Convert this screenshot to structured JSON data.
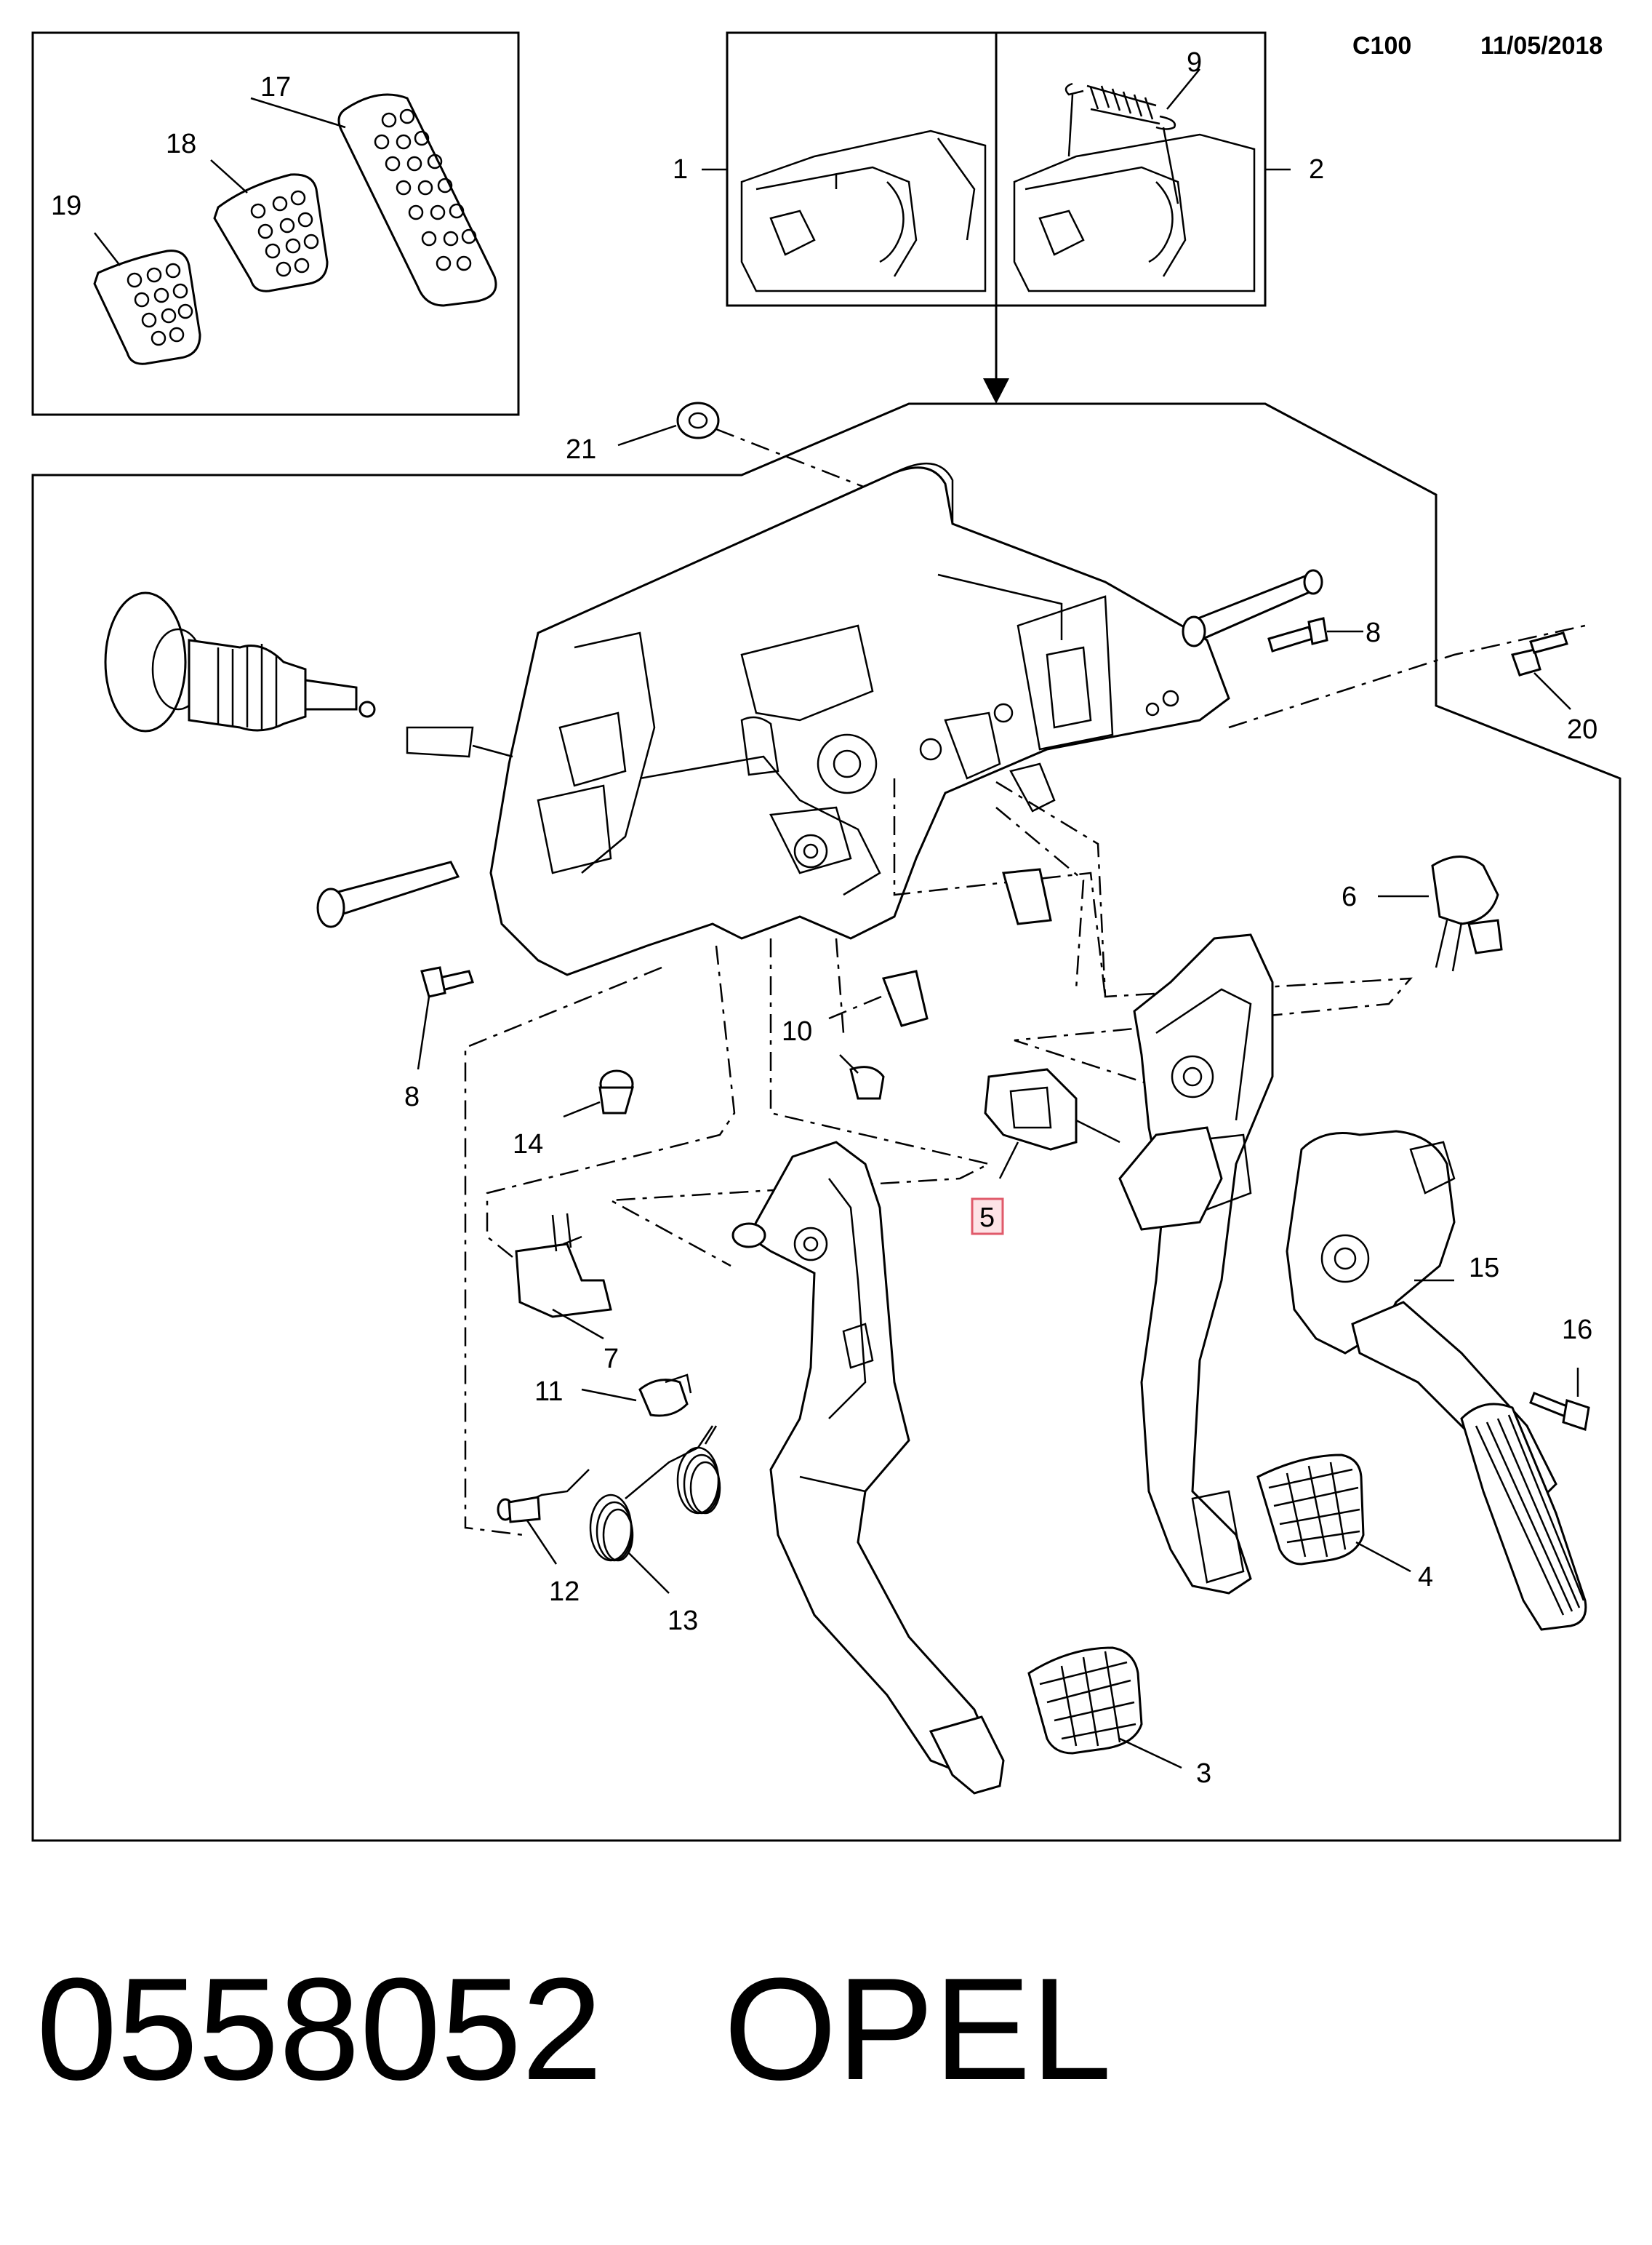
{
  "header": {
    "code": "C100",
    "date": "11/05/2018"
  },
  "footer": {
    "part_number": "0558052",
    "brand": "OPEL"
  },
  "highlighted_callout": "5",
  "callouts": {
    "c1": "1",
    "c2": "2",
    "c3": "3",
    "c4": "4",
    "c5": "5",
    "c6": "6",
    "c7": "7",
    "c8a": "8",
    "c8b": "8",
    "c9": "9",
    "c10": "10",
    "c11": "11",
    "c12": "12",
    "c13": "13",
    "c14": "14",
    "c15": "15",
    "c16": "16",
    "c17": "17",
    "c18": "18",
    "c19": "19",
    "c20": "20",
    "c21": "21"
  }
}
